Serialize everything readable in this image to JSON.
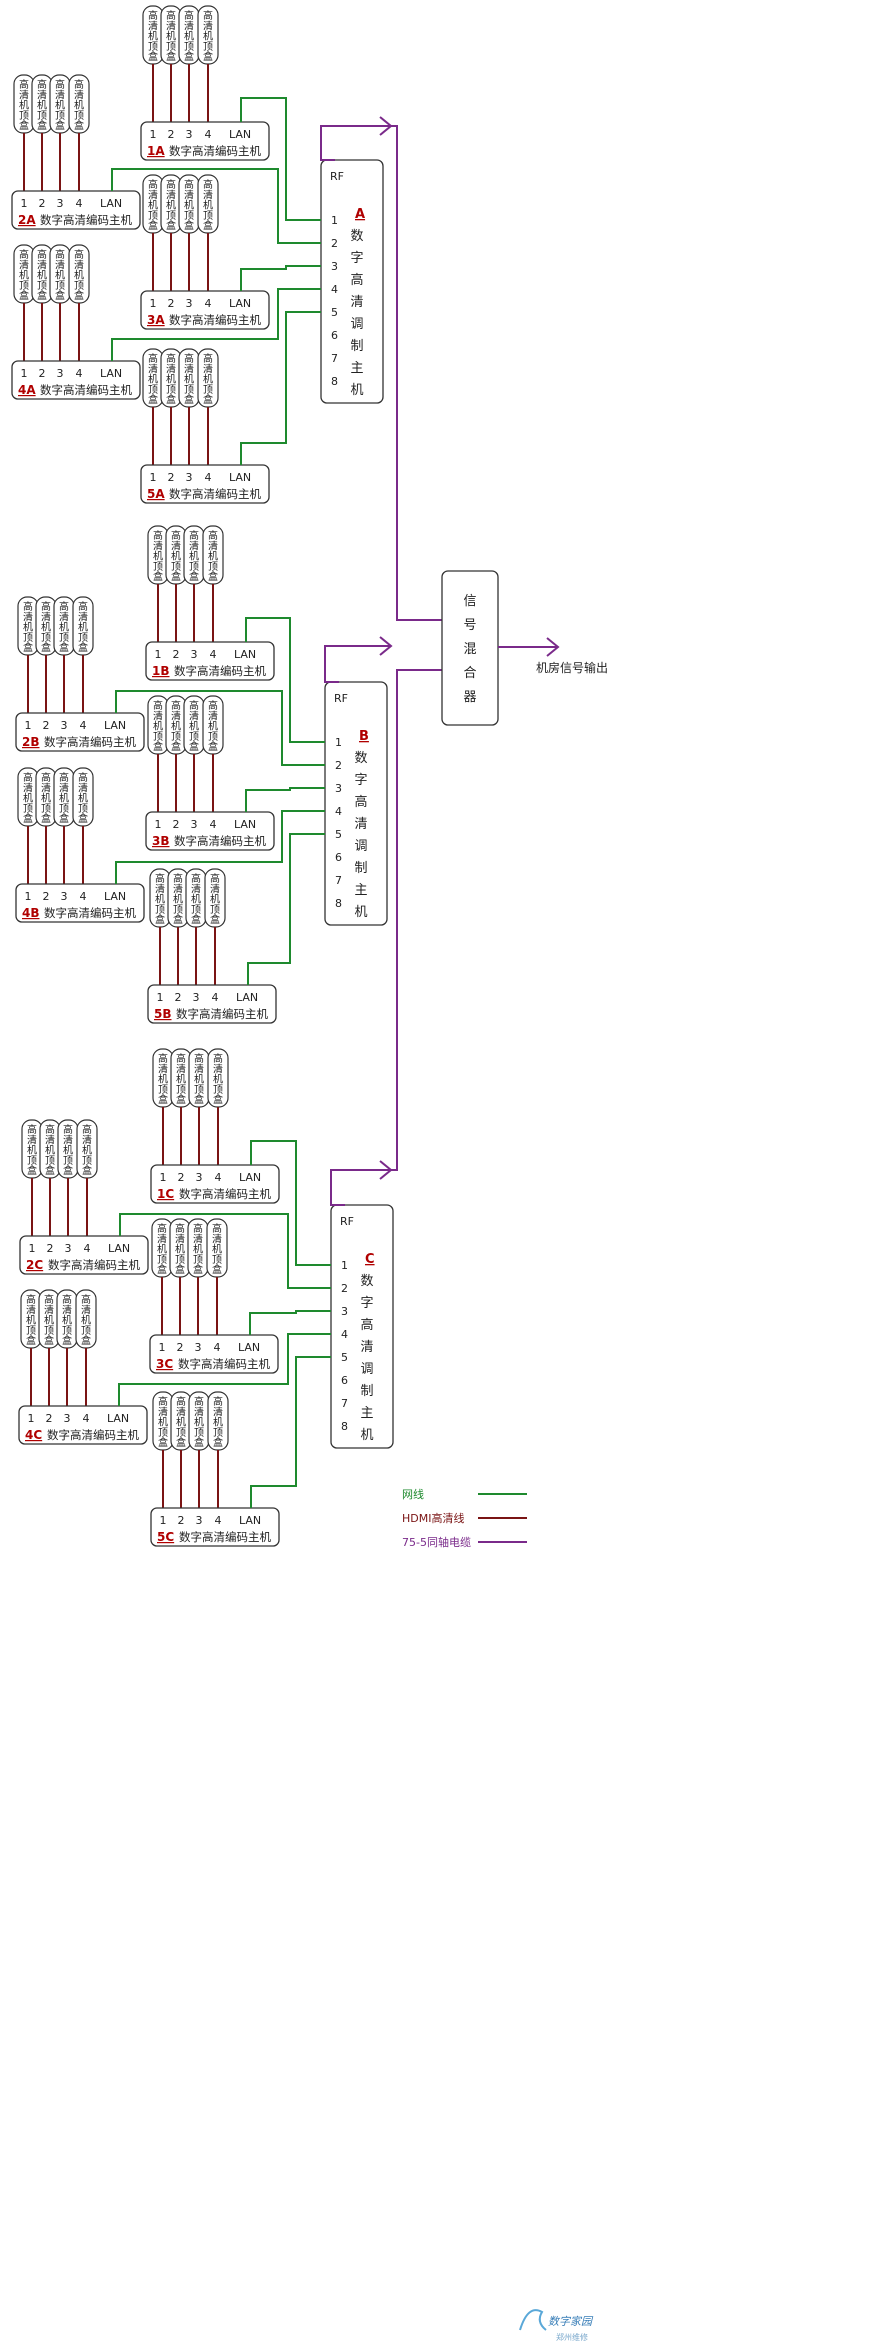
{
  "stb_label_chars": [
    "高",
    "清",
    "机",
    "顶",
    "盒"
  ],
  "encoder": {
    "ports": [
      "1",
      "2",
      "3",
      "4"
    ],
    "lan_label": "LAN",
    "name_suffix": "数字高清编码主机"
  },
  "modulator": {
    "rf_label": "RF",
    "ports": [
      "1",
      "2",
      "3",
      "4",
      "5",
      "6",
      "7",
      "8"
    ],
    "name_chars": [
      "数",
      "字",
      "高",
      "清",
      "调",
      "制",
      "主",
      "机"
    ]
  },
  "groups": [
    {
      "letter": "A",
      "encoders": [
        "1A",
        "2A",
        "3A",
        "4A",
        "5A"
      ]
    },
    {
      "letter": "B",
      "encoders": [
        "1B",
        "2B",
        "3B",
        "4B",
        "5B"
      ]
    },
    {
      "letter": "C",
      "encoders": [
        "1C",
        "2C",
        "3C",
        "4C",
        "5C"
      ]
    }
  ],
  "mixer": {
    "name_chars": [
      "信",
      "号",
      "混",
      "合",
      "器"
    ]
  },
  "output_label": "机房信号输出",
  "legend": [
    {
      "label": "网线",
      "color": "#1e8a2e"
    },
    {
      "label": "HDMI高清线",
      "color": "#7a1414"
    },
    {
      "label": "75-5同轴电缆",
      "color": "#7a2a8a"
    }
  ],
  "watermark": {
    "text_1": "数字家园",
    "text_2": "郑州维修"
  },
  "colors": {
    "network": "#1e8a2e",
    "hdmi": "#7a1414",
    "coax": "#7a2a8a",
    "box_stroke": "#333333",
    "id_color": "#b00000"
  }
}
